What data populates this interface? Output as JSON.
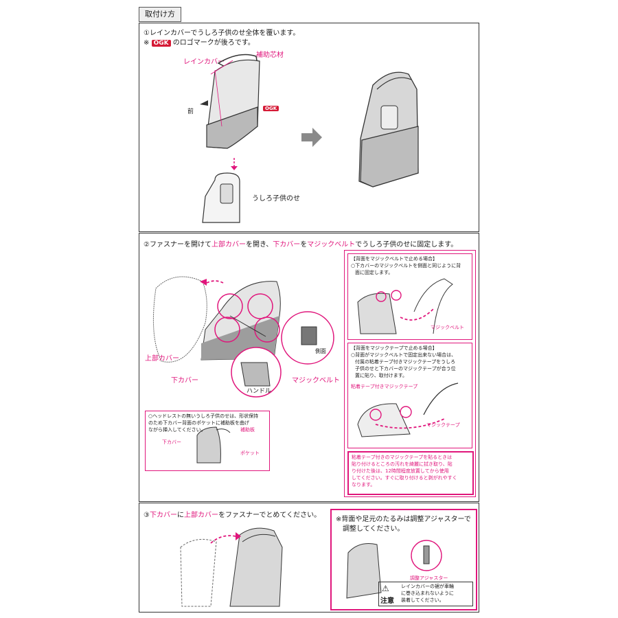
{
  "header": {
    "tag": "取付け方"
  },
  "step1": {
    "line1": "①レインカバーでうしろ子供のせ全体を覆います。",
    "note_prefix": "※",
    "logo": "OGK",
    "note_suffix": "のロゴマークが後ろです。",
    "label_raincover": "レインカバー",
    "label_reinforce": "補助芯材",
    "label_front": "前",
    "label_logo_small": "OGK",
    "label_seat": "うしろ子供のせ"
  },
  "step2": {
    "line_a": "②ファスナーを開けて",
    "line_b": "上部カバー",
    "line_c": "を開き、",
    "line_d": "下カバー",
    "line_e": "を",
    "line_f": "マジックベルト",
    "line_g": "でうしろ子供のせに固定します。",
    "label_upper": "上部カバー",
    "label_lower": "下カバー",
    "label_side": "側面",
    "label_belt": "マジックベルト",
    "label_handle": "ハンドル",
    "right_box1_title": "【背面をマジックベルトで止める場合】",
    "right_box1_text1": "○下カバーのマジックベルトを側面と同じように背",
    "right_box1_text2": "面に固定します。",
    "right_box1_label": "マジックベルト",
    "right_box2_title": "【背面をマジックテープで止める場合】",
    "right_box2_text1": "○背面がマジックベルトで固定出来ない場合は、",
    "right_box2_text2": "付属の粘着テープ付きマジックテープをうしろ",
    "right_box2_text3": "子供のせと下カバーのマジックテープが合う位",
    "right_box2_text4": "置に貼り、取付けます。",
    "right_box2_label1": "粘着テープ付きマジックテープ",
    "right_box2_label2": "マジックテープ",
    "warn1": "粘着テープ付きのマジックテープを貼るときは",
    "warn2": "貼り付けるところの汚れを綺麗に拭き取り、貼",
    "warn3": "り付けた後は、12時間程度放置してから使用",
    "warn4": "してください。すぐに取り付けると剥がれやすく",
    "warn5": "なります。",
    "left_note1": "○ヘッドレストの無いうしろ子供のせは、形状保持",
    "left_note2": "のため下カバー背面のポケットに補助板を曲げ",
    "left_note3": "ながら挿入してください。",
    "left_label_board": "補助板",
    "left_label_lower": "下カバー",
    "left_label_pocket": "ポケット"
  },
  "step3": {
    "line_a": "③",
    "line_b": "下カバー",
    "line_c": "に",
    "line_d": "上部カバー",
    "line_e": "をファスナーでとめてください。",
    "right_note1": "※背面や足元のたるみは調整アジャスターで",
    "right_note2": "調整してください。",
    "label_adjuster": "調整アジャスター",
    "caution_label": "注意",
    "caution1": "レインカバーの裾が車輪",
    "caution2": "に巻き込まれないように",
    "caution3": "装着してください。"
  },
  "colors": {
    "accent": "#e0157b",
    "logo": "#d51a36",
    "cover_gray": "#c9c9c9",
    "arrow_gray": "#8a8a8a"
  }
}
